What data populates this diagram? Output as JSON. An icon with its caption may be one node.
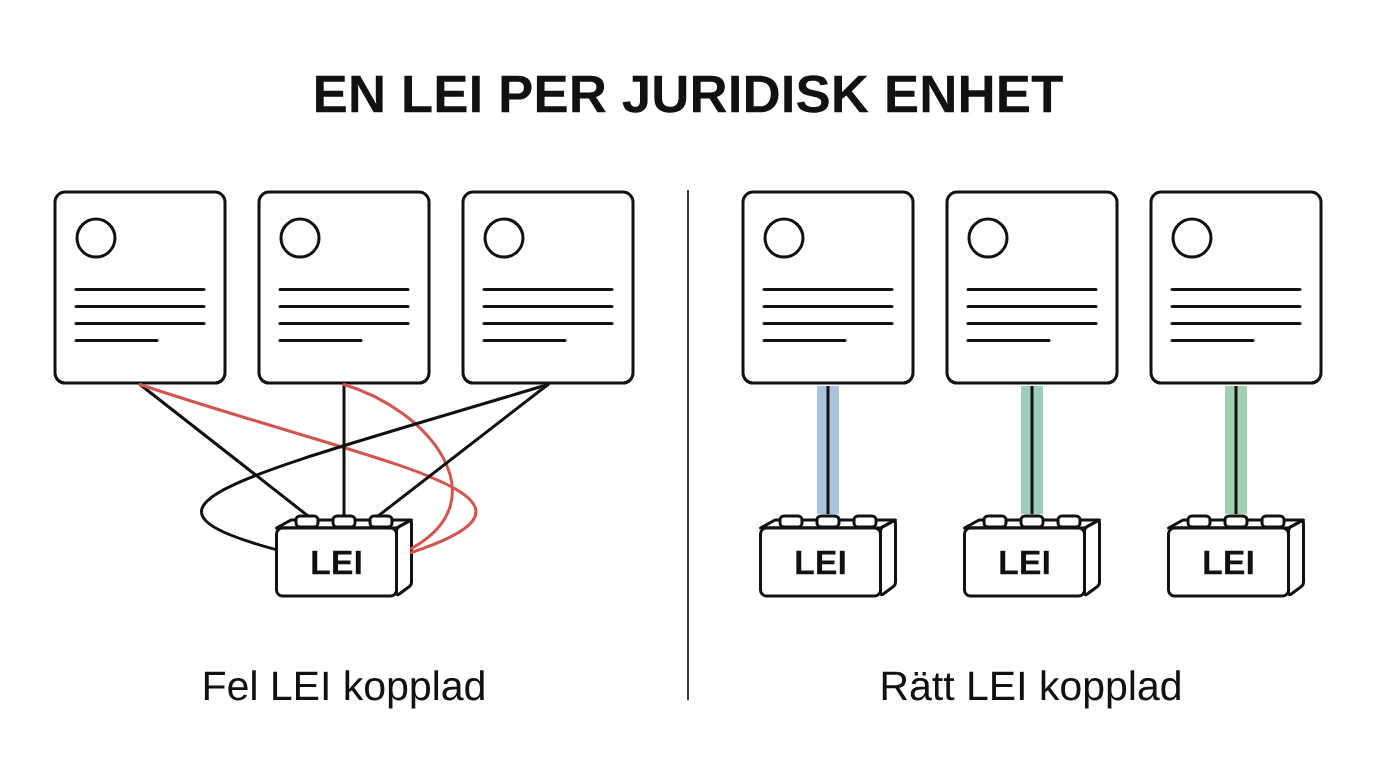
{
  "diagram": {
    "title": "EN LEI PER JURIDISK ENHET",
    "nodes": [
      {
        "text": [],
        "shape": "document"
      },
      {
        "text": [],
        "shape": "document"
      },
      {
        "text": [],
        "shape": "document"
      },
      {
        "text": [],
        "shape": "document"
      },
      {
        "text": [],
        "shape": "document"
      },
      {
        "text": [],
        "shape": "document"
      },
      {
        "text": [
          "LEI"
        ]
      },
      {
        "text": [
          "LEI"
        ]
      },
      {
        "text": [
          "LEI"
        ]
      },
      {
        "text": [
          "LEI"
        ]
      }
    ],
    "edges": [
      {
        "from": 0,
        "to": 6,
        "arrow": "none"
      },
      {
        "from": 0,
        "to": 6,
        "arrow": "none",
        "color": "#d25550"
      },
      {
        "from": 1,
        "to": 6,
        "arrow": "none"
      },
      {
        "from": 1,
        "to": 6,
        "arrow": "none",
        "color": "#d25550"
      },
      {
        "from": 2,
        "to": 6,
        "arrow": "none"
      },
      {
        "from": 2,
        "to": 6,
        "arrow": "none"
      },
      {
        "from": 3,
        "to": 7,
        "arrow": "none",
        "style": "thick",
        "color": "#a8c4e0"
      },
      {
        "from": 4,
        "to": 8,
        "arrow": "none",
        "style": "thick",
        "color": "#a0ccbe"
      },
      {
        "from": 5,
        "to": 9,
        "arrow": "none",
        "style": "thick",
        "color": "#a0d0b0"
      }
    ],
    "labels": [
      "Fel LEI kopplad",
      "Rätt LEI kopplad"
    ]
  }
}
